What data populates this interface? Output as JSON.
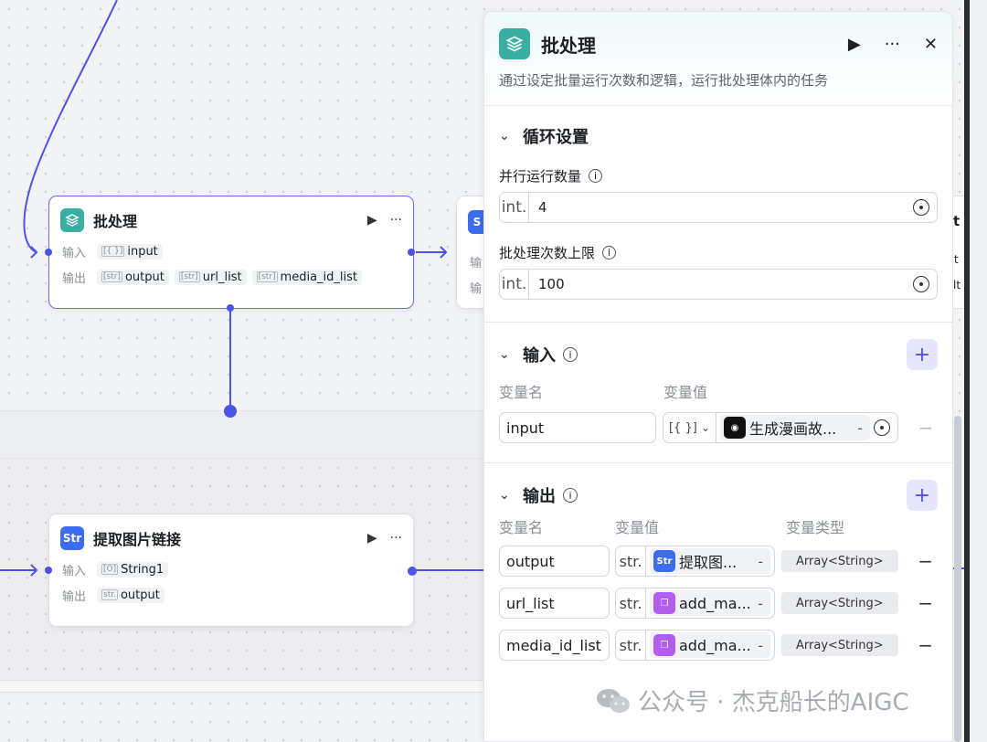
{
  "canvas": {
    "batch_node": {
      "title": "批处理",
      "input_label": "输入",
      "output_label": "输出",
      "inputs": [
        {
          "type": "[{ }]",
          "name": "input"
        }
      ],
      "outputs": [
        {
          "type": "[str]",
          "name": "output"
        },
        {
          "type": "[str]",
          "name": "url_list"
        },
        {
          "type": "[str]",
          "name": "media_id_list"
        }
      ],
      "more": "···"
    },
    "extract_node": {
      "title": "提取图片链接",
      "input_label": "输入",
      "output_label": "输出",
      "inputs": [
        {
          "type": "[O]",
          "name": "String1"
        }
      ],
      "outputs": [
        {
          "type": "str.",
          "name": "output"
        }
      ],
      "more": "···"
    },
    "partial_node": {
      "row1_label": "输",
      "row2_label": "输",
      "title_fragment": "t",
      "row1_fragment": "t",
      "row2_fragment": "lt"
    }
  },
  "panel": {
    "title": "批处理",
    "more": "···",
    "close": "✕",
    "description": "通过设定批量运行次数和逻辑，运行批处理体内的任务",
    "loop_section": {
      "title": "循环设置",
      "parallel_label": "并行运行数量",
      "parallel_prefix": "int.",
      "parallel_value": "4",
      "max_label": "批处理次数上限",
      "max_prefix": "int.",
      "max_value": "100"
    },
    "input_section": {
      "title": "输入",
      "col_name": "变量名",
      "col_value": "变量值",
      "rows": [
        {
          "name": "input",
          "type": "[{ }]",
          "ref": "生成漫画故...",
          "dash": "-",
          "remove": "−"
        }
      ]
    },
    "output_section": {
      "title": "输出",
      "col_name": "变量名",
      "col_value": "变量值",
      "col_type": "变量类型",
      "rows": [
        {
          "name": "output",
          "type": "str.",
          "ref": "提取图...",
          "dash": "-",
          "vartype": "Array<String>",
          "remove": "−"
        },
        {
          "name": "url_list",
          "type": "str.",
          "ref": "add_ma...",
          "dash": "-",
          "vartype": "Array<String>",
          "remove": "−"
        },
        {
          "name": "media_id_list",
          "type": "str.",
          "ref": "add_ma...",
          "dash": "-",
          "vartype": "Array<String>",
          "remove": "−"
        }
      ]
    }
  },
  "watermark": {
    "text": "公众号 · 杰克船长的AIGC"
  },
  "colors": {
    "accent": "#4d53e8",
    "teal": "#3aaea3",
    "blue": "#3c6cf0",
    "purple": "#b35cf0"
  }
}
